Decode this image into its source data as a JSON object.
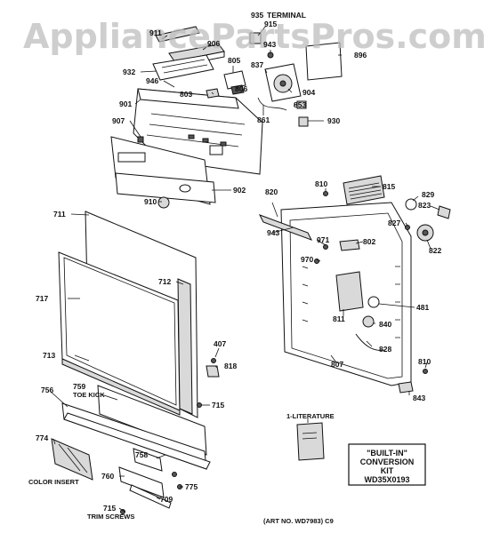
{
  "watermark": "AppliancePartsPros.com",
  "labels": {
    "l935": "935",
    "terminal": "TERMINAL",
    "l915": "915",
    "l911": "911",
    "l906": "906",
    "l943a": "943",
    "l896": "896",
    "l805": "805",
    "l837": "837",
    "l932": "932",
    "l806": "806",
    "l904": "904",
    "l946": "946",
    "l803": "803",
    "l853": "853",
    "l901": "901",
    "l861": "861",
    "l930": "930",
    "l907": "907",
    "l810a": "810",
    "l815": "815",
    "l829": "829",
    "l820": "820",
    "l823": "823",
    "l910": "910",
    "l902": "902",
    "l711": "711",
    "l827": "827",
    "l943b": "943",
    "l971": "971",
    "l802": "802",
    "l822": "822",
    "l970": "970",
    "l712": "712",
    "l717": "717",
    "l481": "481",
    "l811": "811",
    "l840": "840",
    "l407": "407",
    "l828": "828",
    "l713": "713",
    "l818": "818",
    "l810b": "810",
    "l807": "807",
    "l843": "843",
    "l759": "759",
    "toe_kick": "TOE KICK",
    "l756": "756",
    "l715a": "715",
    "literature": "1-LITERATURE",
    "l774": "774",
    "l758": "758",
    "color_insert": "COLOR INSERT",
    "l760": "760",
    "l775": "775",
    "l715b": "715",
    "l709": "709",
    "trim_screws": "TRIM SCREWS",
    "art_no": "(ART NO. WD7983)  C9"
  },
  "kit_box": {
    "line1": "\"BUILT-IN\"",
    "line2": "CONVERSION",
    "line3": "KIT",
    "line4": "WD35X0193"
  }
}
